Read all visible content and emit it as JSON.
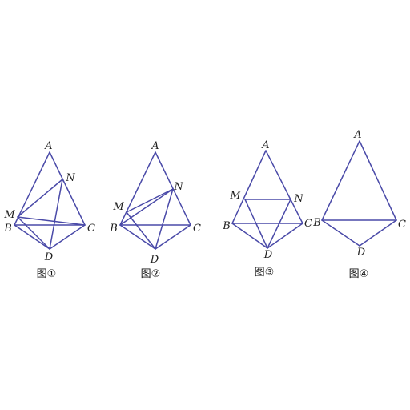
{
  "line_color": "#4a4aa8",
  "figures": [
    {
      "caption": "图①",
      "points": {
        "A": "A",
        "B": "B",
        "C": "C",
        "D": "D",
        "M": "M",
        "N": "N"
      },
      "segments": [
        "A-B",
        "A-C",
        "B-C",
        "B-D",
        "C-D",
        "M-N",
        "M-C",
        "N-D",
        "M-D"
      ]
    },
    {
      "caption": "图②",
      "points": {
        "A": "A",
        "B": "B",
        "C": "C",
        "D": "D",
        "M": "M",
        "N": "N"
      },
      "segments": [
        "A-B",
        "A-C",
        "B-C",
        "B-D",
        "C-D",
        "M-N",
        "M-D",
        "N-D",
        "N-B"
      ]
    },
    {
      "caption": "图③",
      "points": {
        "A": "A",
        "B": "B",
        "C": "C",
        "D": "D",
        "M": "M",
        "N": "N"
      },
      "segments": [
        "A-B",
        "A-C",
        "B-C",
        "B-D",
        "C-D",
        "M-N",
        "M-D",
        "N-D"
      ]
    },
    {
      "caption": "图④",
      "points": {
        "A": "A",
        "B": "B",
        "C": "C",
        "D": "D"
      },
      "segments": [
        "A-B",
        "A-C",
        "B-C",
        "B-D",
        "C-D"
      ]
    }
  ]
}
